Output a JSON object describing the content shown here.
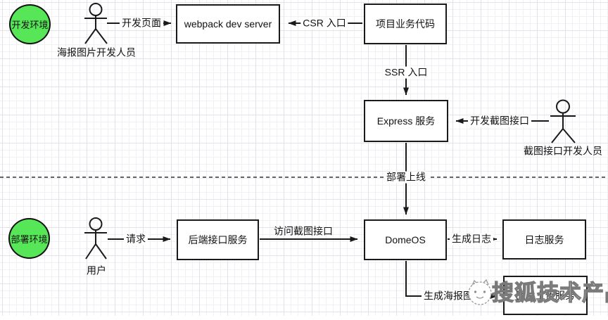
{
  "environments": {
    "dev": {
      "label": "开发环境"
    },
    "deploy": {
      "label": "部署环境"
    }
  },
  "actors": {
    "poster_dev": {
      "label": "海报图片开发人员"
    },
    "screenshot_dev": {
      "label": "截图接口开发人员"
    },
    "user": {
      "label": "用户"
    }
  },
  "nodes": {
    "webpack": {
      "label": "webpack dev server"
    },
    "business_code": {
      "label": "项目业务代码"
    },
    "express": {
      "label": "Express 服务"
    },
    "backend_api": {
      "label": "后端接口服务"
    },
    "domeos": {
      "label": "DomeOS"
    },
    "log_service": {
      "label": "日志服务"
    },
    "image_upload": {
      "label": "图片上传服务"
    }
  },
  "edges": {
    "dev_page": {
      "label": "开发页面"
    },
    "csr_entry": {
      "label": "CSR 入口"
    },
    "ssr_entry": {
      "label": "SSR 入口"
    },
    "dev_screenshot_api": {
      "label": "开发截图接口"
    },
    "request": {
      "label": "请求"
    },
    "visit_screenshot_api": {
      "label": "访问截图接口"
    },
    "generate_log": {
      "label": "生成日志"
    },
    "generate_poster": {
      "label": "生成海报图"
    }
  },
  "divider": {
    "label": "部署上线"
  },
  "watermark": {
    "label": "搜狐技术产品"
  },
  "colors": {
    "env_fill": "#57e657",
    "stroke": "#1a1a1a",
    "grid_minor": "#f1f1f5",
    "grid_major": "#e2e2e8"
  }
}
